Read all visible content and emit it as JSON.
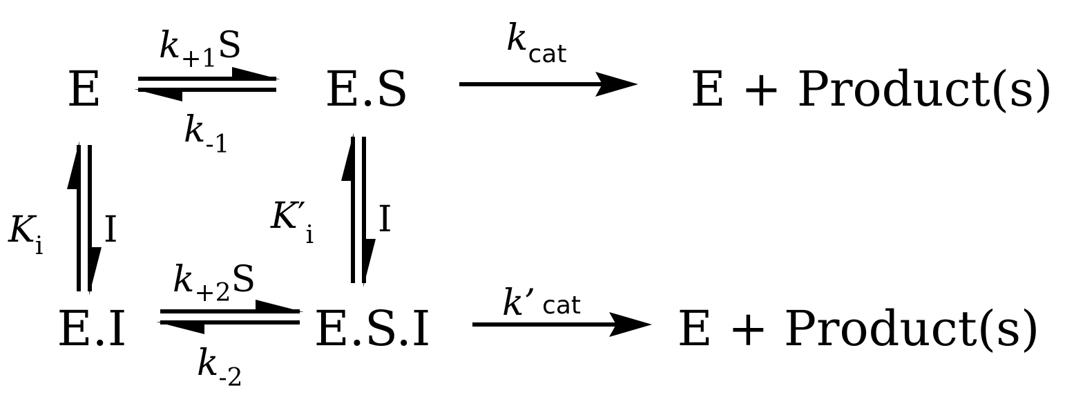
{
  "diagram": {
    "nodes": {
      "e": "E",
      "es": "E.S",
      "ei": "E.I",
      "esi": "E.S.I",
      "products_top": "E + Product(s)",
      "products_bottom": "E + Product(s)"
    },
    "rates": {
      "k_plus1": {
        "k": "k",
        "sub": "+1",
        "species": "S"
      },
      "k_minus1": {
        "k": "k",
        "sub": "-1"
      },
      "k_cat": {
        "k": "k",
        "sub": "cat"
      },
      "k_plus2": {
        "k": "k",
        "sub": "+2",
        "species": "S"
      },
      "k_minus2": {
        "k": "k",
        "sub": "-2"
      },
      "k_prime_cat": {
        "k": "k",
        "prime": "’",
        "sub": "cat"
      },
      "K_i": {
        "k": "K",
        "sub": "i",
        "species": "I"
      },
      "K_prime_i": {
        "k": "K",
        "prime": "′",
        "sub": "i",
        "species": "I"
      }
    }
  }
}
